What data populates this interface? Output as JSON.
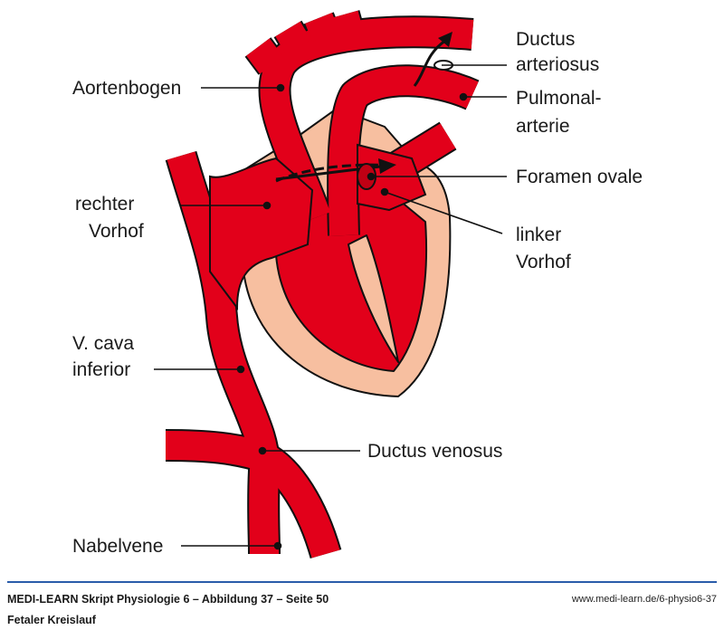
{
  "labels": {
    "aortenbogen": "Aortenbogen",
    "ductus_arteriosus": [
      "Ductus",
      "arteriosus"
    ],
    "pulmonalarterie": [
      "Pulmonal-",
      "arterie"
    ],
    "foramen_ovale": "Foramen ovale",
    "rechter_vorhof": [
      "rechter",
      "Vorhof"
    ],
    "linker_vorhof": [
      "linker",
      "Vorhof"
    ],
    "v_cava_inferior": [
      "V. cava",
      "inferior"
    ],
    "ductus_venosus": "Ductus venosus",
    "nabelvene": "Nabelvene"
  },
  "footer": {
    "source": "MEDI-LEARN Skript Physiologie 6 – Abbildung 37 – Seite 50",
    "title": "Fetaler Kreislauf",
    "url": "www.medi-learn.de/6-physio6-37"
  },
  "colors": {
    "blood": "#e2001a",
    "myocardium": "#f7bfa0",
    "rule": "#2a5caa"
  }
}
